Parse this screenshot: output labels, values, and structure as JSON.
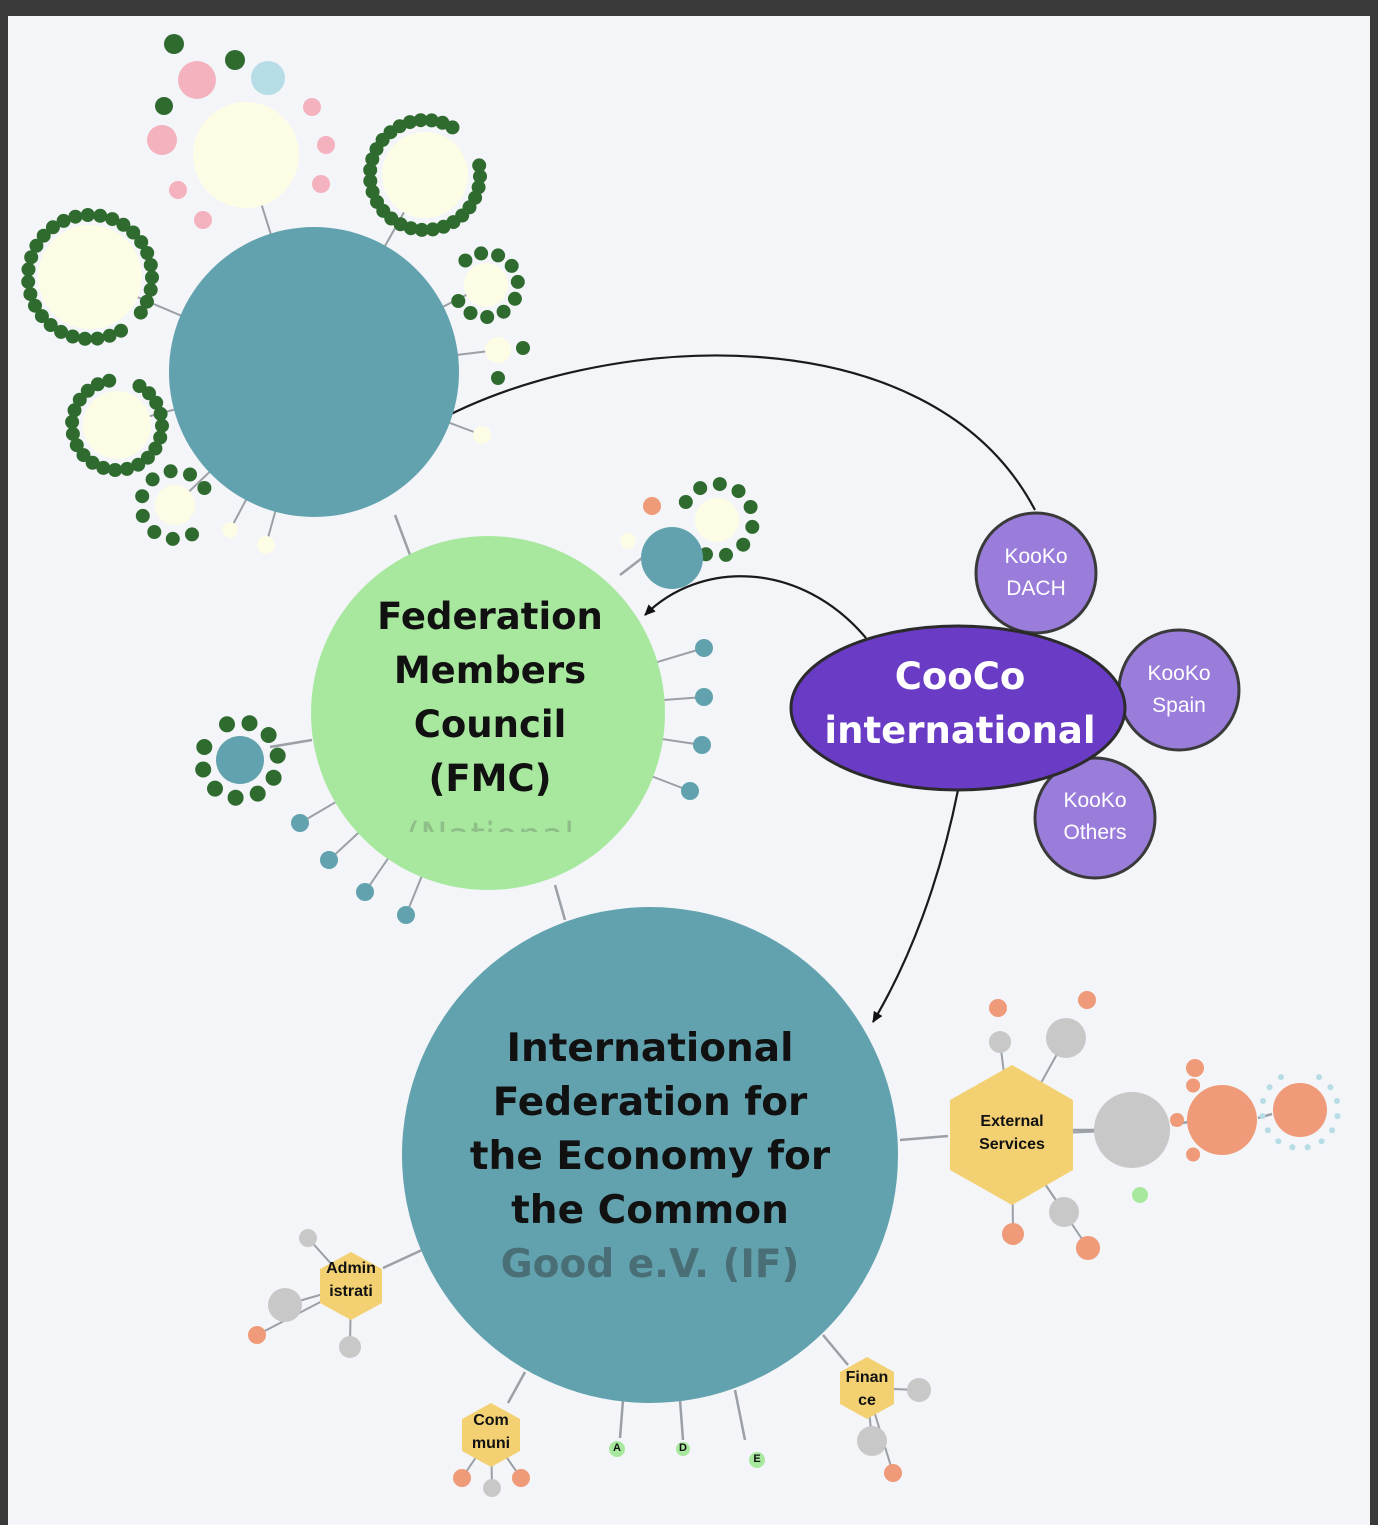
{
  "nodes": {
    "fmc": {
      "label": "Federation Members Council (FMC)",
      "lines": [
        "Federation",
        "Members",
        "Council",
        "(FMC)"
      ],
      "cut_text": "(National"
    },
    "if_main": {
      "lines": [
        "International",
        "Federation for",
        "the Economy for",
        "the Common",
        "Good e.V. (IF)"
      ]
    },
    "cooco": {
      "lines": [
        "CooCo",
        "international"
      ]
    },
    "kooko_dach": {
      "lines": [
        "KooKo",
        "DACH"
      ]
    },
    "kooko_spain": {
      "lines": [
        "KooKo",
        "Spain"
      ]
    },
    "kooko_others": {
      "lines": [
        "KooKo",
        "Others"
      ]
    },
    "external_services": {
      "lines": [
        "External",
        "Services"
      ]
    },
    "administration": {
      "lines": [
        "Admin",
        "istrati"
      ]
    },
    "communication": {
      "lines": [
        "Com",
        "muni"
      ]
    },
    "finance": {
      "lines": [
        "Finan",
        "ce"
      ]
    },
    "small_a": {
      "label": "A"
    },
    "small_d": {
      "label": "D"
    },
    "small_e": {
      "label": "E"
    }
  },
  "colors": {
    "teal": "#62a2ae",
    "light_green": "#a8e89e",
    "purple_dark": "#6a3bc4",
    "purple_light": "#9a7ddb",
    "hex_yellow": "#f3d173",
    "salmon": "#ef9a78",
    "grey": "#c8c8c8",
    "cream": "#fdfde6",
    "dark_green": "#2f6b2f",
    "pink": "#f4b2bf",
    "light_blue": "#b6dce6"
  }
}
